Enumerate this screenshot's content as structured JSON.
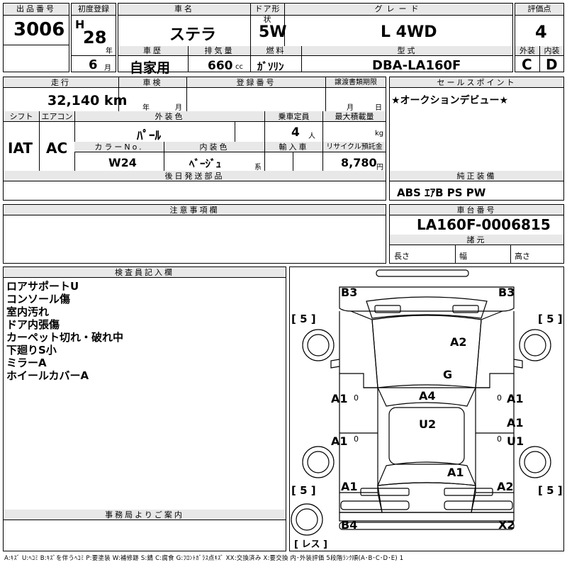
{
  "header": {
    "lot_no_label": "出品番号",
    "lot_no": "3006",
    "first_reg_label": "初度登録",
    "era": "H",
    "year": "28",
    "year_unit": "年",
    "month": "6",
    "month_unit": "月",
    "car_name_label": "車名",
    "car_name": "ステラ",
    "door_label": "ドア形状",
    "door": "5W",
    "grade_label": "グレード",
    "grade": "L 4WD",
    "score_label": "評価点",
    "score": "4",
    "history_label": "車歴",
    "history": "自家用",
    "displacement_label": "排気量",
    "displacement": "660",
    "displacement_unit": "cc",
    "fuel_label": "燃料",
    "fuel": "ｶﾞｿﾘﾝ",
    "model_label": "型式",
    "model": "DBA-LA160F",
    "exterior_label": "外装",
    "exterior": "C",
    "interior_label": "内装",
    "interior": "D"
  },
  "row2": {
    "mileage_label": "走行",
    "mileage": "32,140 km",
    "inspection_label": "車検",
    "insp_year_unit": "年",
    "insp_month_unit": "月",
    "reg_no_label": "登録番号",
    "transfer_label": "譲渡書類期限",
    "transfer_month_unit": "月",
    "transfer_day_unit": "日",
    "selling_label": "セールスポイント",
    "selling": "★オークションデビュー★",
    "shift_label": "シフト",
    "shift": "IAT",
    "ac_label": "エアコン",
    "ac": "AC",
    "color_label": "外装色",
    "color": "ﾊﾟｰﾙ",
    "capacity_label": "乗車定員",
    "capacity": "4",
    "capacity_unit": "人",
    "load_label": "最大積載量",
    "load_unit": "kg",
    "color_no_label": "カラーNo.",
    "color_no": "W24",
    "int_color_label": "内装色",
    "int_color": "ﾍﾞｰｼﾞｭ",
    "int_color_unit": "系",
    "import_label": "輸入車",
    "recycle_label": "リサイクル預託金",
    "recycle": "8,780",
    "recycle_unit": "円",
    "later_parts_label": "後日発送部品",
    "equipment_label": "純正装備",
    "equipment": "ABS ｴｱB PS PW"
  },
  "notes": {
    "caution_label": "注意事項欄",
    "frame_label": "車台番号",
    "frame": "LA160F-0006815",
    "dims_label": "諸元",
    "length_label": "長さ",
    "width_label": "幅",
    "height_label": "高さ",
    "inspector_label": "検査員記入欄",
    "inspector_lines": [
      "ロアサポートU",
      "コンソール傷",
      "室内汚れ",
      "ドア内張傷",
      "カーペット切れ・破れ中",
      "下廻りS小",
      "ミラーA",
      "ホイールカバーA"
    ],
    "office_label": "事務局よりご案内"
  },
  "diagram": {
    "marks": {
      "b3_left": "B3",
      "b3_right": "B3",
      "a2_top": "A2",
      "g": "G",
      "a4": "A4",
      "a1_l1": "A1",
      "a1_r1": "A1",
      "a1_l2": "A1",
      "a1_r2": "A1",
      "u2": "U2",
      "u1": "U1",
      "a1_center": "A1",
      "a1_bl": "A1",
      "a2_br": "A2",
      "b4": "B4",
      "x2": "X2"
    },
    "tread_tl": "[ 5 ]",
    "tread_tr": "[ 5 ]",
    "tread_bl": "[ 5 ]",
    "tread_br": "[ 5 ]",
    "spare": "[ レス ]",
    "zero_l1": "0",
    "zero_r1": "0",
    "zero_l2": "0",
    "zero_r2": "0"
  },
  "legend": "A:ｷｽﾞ U:ﾍｺﾐ B:ｷｽﾞを伴うﾍｺﾐ P:要塗装 W:補修跡 S:錆 C:腐食 G:ﾌﾛﾝﾄｶﾞﾗｽ点ｷｽﾞ XX:交換済み X:要交換 内･外装評価 5段階ﾗﾝｸ順(A･B･C･D･E) 1"
}
